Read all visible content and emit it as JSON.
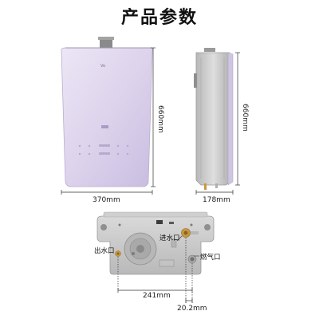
{
  "title": "产品参数",
  "front_view": {
    "logo": "Vo",
    "width_label": "370mm",
    "height_label": "660mm"
  },
  "side_view": {
    "depth_label": "178mm",
    "height_label": "660mm"
  },
  "bottom_view": {
    "inlet_label": "进水口",
    "outlet_label": "出水口",
    "gas_label": "燃气口",
    "spacing_label": "241mm",
    "offset_label": "20.2mm"
  },
  "colors": {
    "panel_lavender": "#ddd3ec",
    "dimension_line": "#333333",
    "metal": "#c4c4c4",
    "brass": "#c99a3e"
  }
}
